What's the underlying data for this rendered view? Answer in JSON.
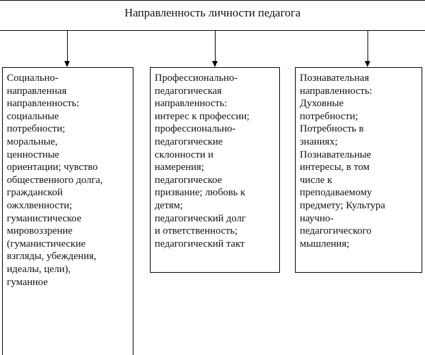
{
  "diagram": {
    "title": "Направленность личности педагога",
    "boxes": [
      {
        "id": "social",
        "text": "Социально-\nнаправленная\nнаправленность:\nсоциальные\nпотребности;\nморальные,\nценностные\nориентации; чувство\nобщественного долга,\nгражданской\nожхлвенности;\nгуманистическое\nмировоззрение\n(гуманистические\nвзгляды, убеждения,\nидеалы, цели),\nгуманное"
      },
      {
        "id": "professional",
        "text": "Профессионально-\nпедагогическая\nнаправленность:\nинтерес к профессии;\nпрофессионально-\nпедагогические\nсклонности и\nнамерения;\nпедагогическое\nпризвание; любовь к\nдетям;\nпедагогический долг\nи ответственность;\nпедагогический такт"
      },
      {
        "id": "cognitive",
        "text": "Познавательная\nнаправленность:\nДуховные\nпотребности;\nПотребность в\nзнаниях;\nПознавательные\nинтересы, в том\nчисле к\nпреподаваемому\nпредмету; Культура\nнаучно-\nпедагогического\nмышления;"
      }
    ]
  }
}
